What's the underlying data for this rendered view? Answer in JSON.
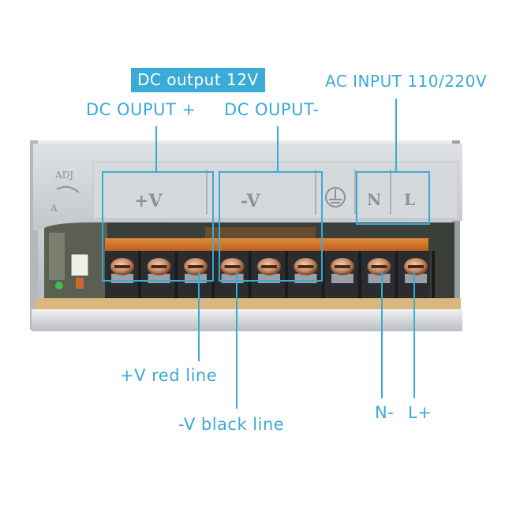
{
  "labels": {
    "title": "DC output 12V",
    "dc_output_plus": "DC OUPUT +",
    "dc_output_minus": "DC OUPUT-",
    "ac_input": "AC INPUT 110/220V",
    "positive_wire": "+V red line",
    "negative_wire": "-V black line",
    "neutral": "N-",
    "live": "L+"
  },
  "panel_markings": {
    "adj": "ADJ",
    "plus_v": "+V",
    "minus_v": "-V",
    "n": "N",
    "l": "L"
  },
  "colors": {
    "accent": "#3aaad6",
    "banner_text": "#ffffff"
  },
  "terminal_count": 9
}
